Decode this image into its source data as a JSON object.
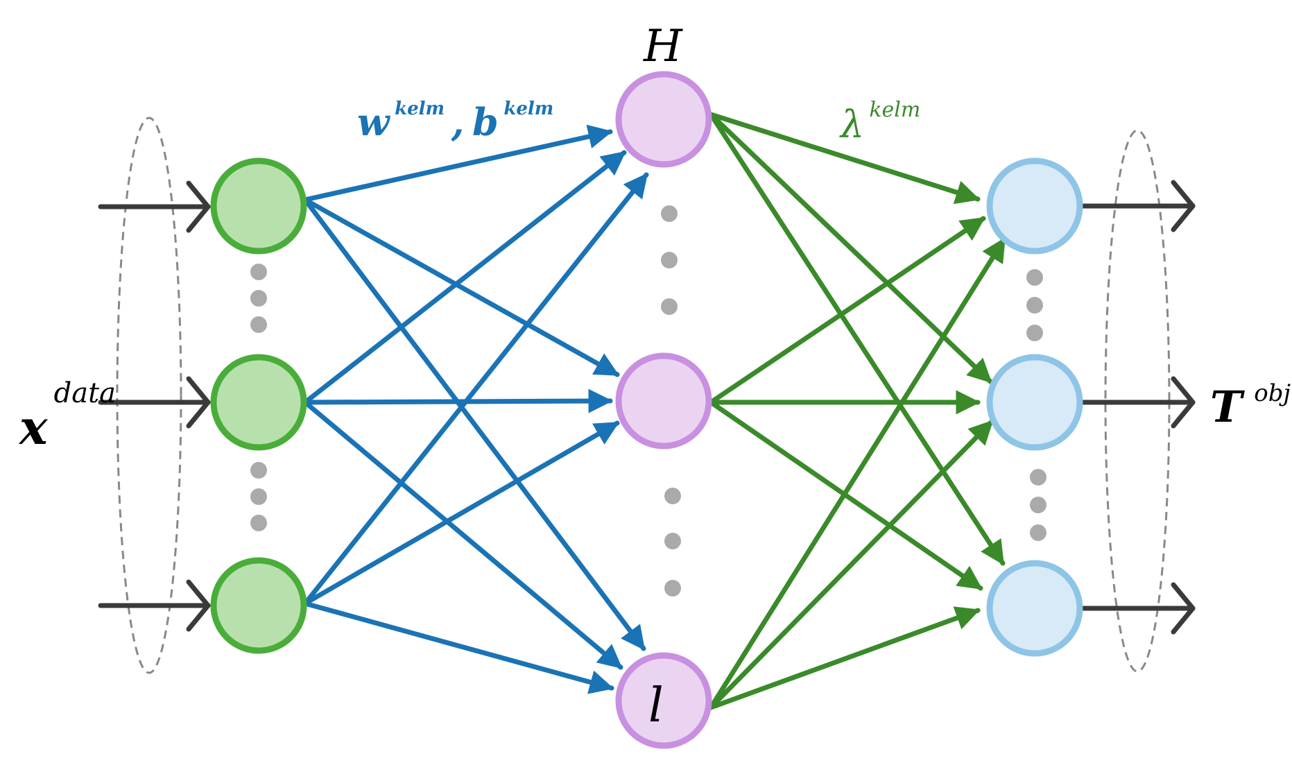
{
  "labels": {
    "input_base": "x",
    "input_sup": "data",
    "weights_w": "w",
    "weights_w_sup": "kelm",
    "weights_sep": ",",
    "weights_b": "b",
    "weights_b_sup": "kelm",
    "hidden_top": "H",
    "hidden_bottom": "l",
    "lambda_base": "λ",
    "lambda_sup": "kelm",
    "output_base": "T",
    "output_sup": "obj"
  },
  "colors": {
    "input_fill": "#b8e0ad",
    "input_stroke": "#4aad3a",
    "hidden_fill": "#ead4f2",
    "hidden_stroke": "#c890e0",
    "output_fill": "#d8eaf7",
    "output_stroke": "#8ec4e6",
    "blue_edge": "#1a73b5",
    "green_edge": "#3a8a2a",
    "io_arrow": "#3a3a3a",
    "dots": "#aaaaaa",
    "dashed": "#888888"
  },
  "layers": {
    "input_nodes": 3,
    "hidden_nodes": 3,
    "output_nodes": 3
  }
}
